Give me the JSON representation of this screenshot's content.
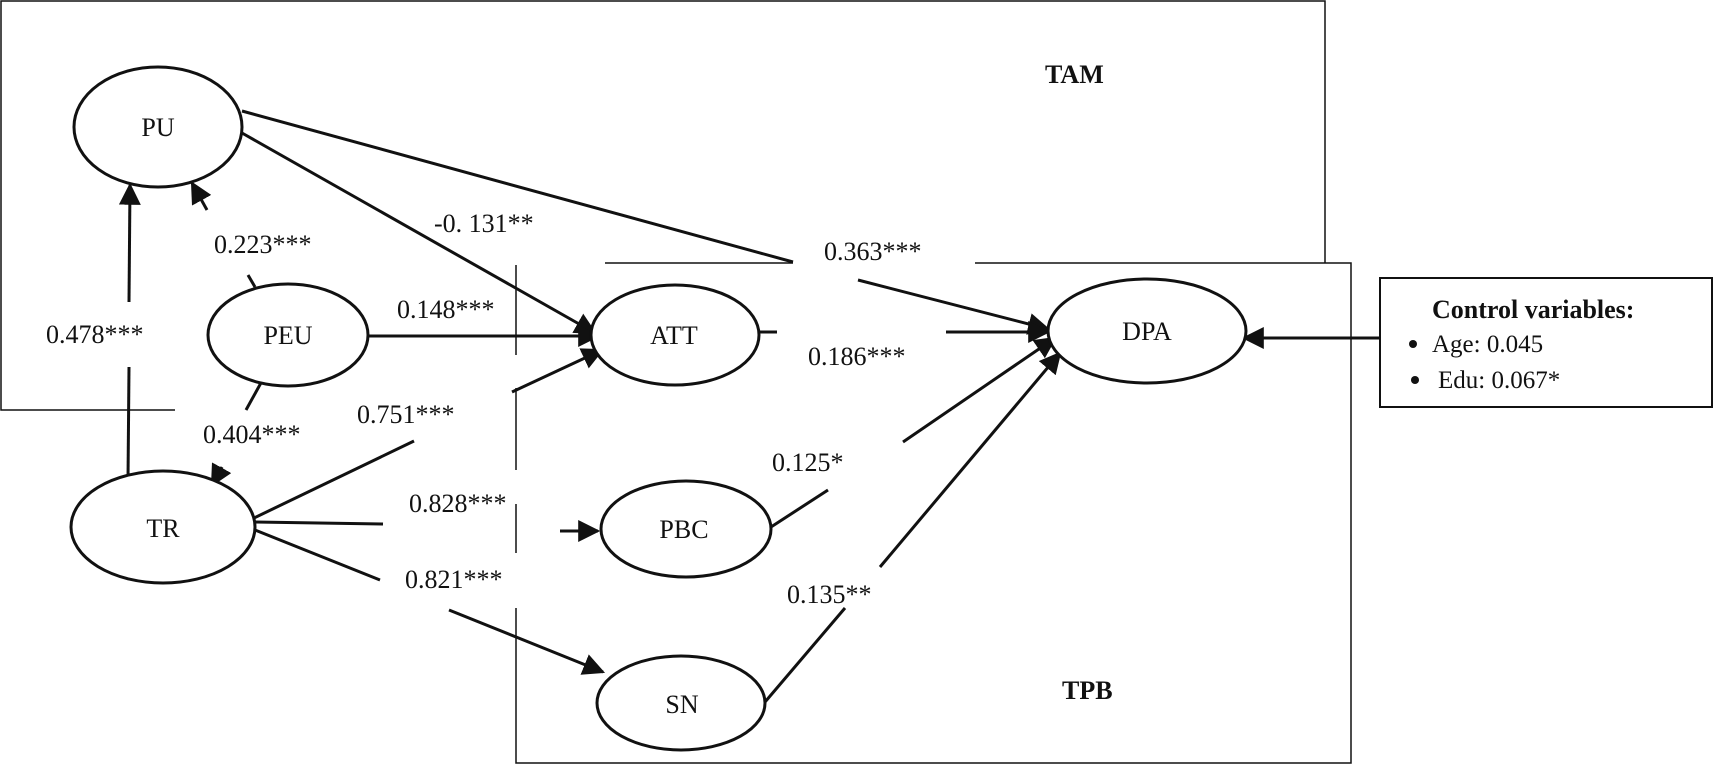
{
  "regions": {
    "tam": "TAM",
    "tpb": "TPB"
  },
  "nodes": {
    "pu": "PU",
    "peu": "PEU",
    "tr": "TR",
    "att": "ATT",
    "pbc": "PBC",
    "sn": "SN",
    "dpa": "DPA"
  },
  "paths": {
    "tr_pu": "0.478***",
    "peu_pu": "0.223***",
    "pu_att": "-0. 131**",
    "pu_dpa": "0.363***",
    "peu_att": "0.148***",
    "peu_tr": "0.404***",
    "tr_att": "0.751***",
    "tr_pbc": "0.828***",
    "tr_sn": "0.821***",
    "att_dpa": "0.186***",
    "pbc_dpa": "0.125*",
    "sn_dpa": "0.135**"
  },
  "controls": {
    "title": "Control variables:",
    "items": [
      "Age: 0.045",
      "Edu: 0.067*"
    ]
  },
  "colors": {
    "line": "#111111",
    "background": "#ffffff"
  }
}
